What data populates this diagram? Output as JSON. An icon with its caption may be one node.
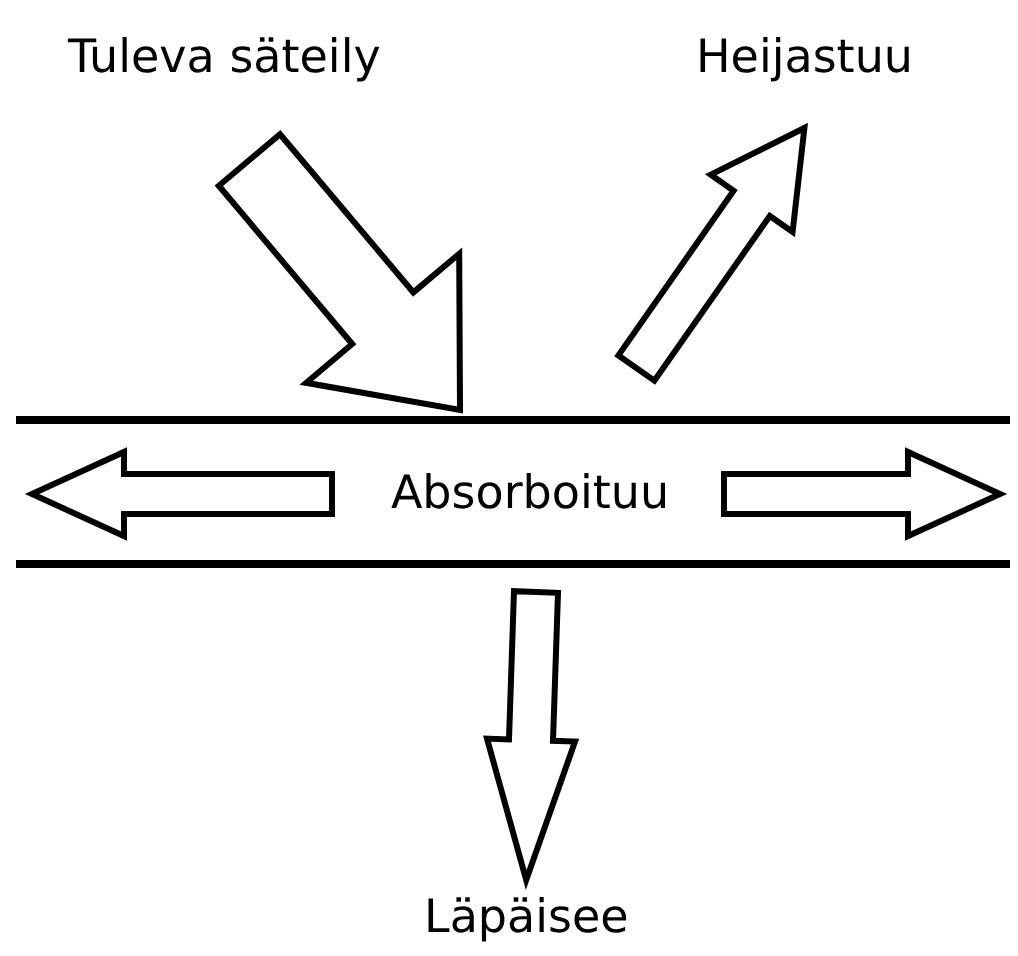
{
  "diagram": {
    "nodes": [
      {
        "text": [
          "Tuleva säteily"
        ]
      },
      {
        "text": [
          "Heijastuu"
        ]
      },
      {
        "text": [
          "Absorboituu"
        ]
      },
      {
        "text": [
          "Läpäisee"
        ]
      }
    ],
    "edges": [
      {
        "from": 0,
        "to": 2,
        "arrow": "to"
      },
      {
        "from": 2,
        "to": 1,
        "arrow": "to"
      },
      {
        "from": 2,
        "to": null,
        "arrow": "to"
      },
      {
        "from": 2,
        "to": null,
        "arrow": "to"
      },
      {
        "from": 2,
        "to": 3,
        "arrow": "to"
      }
    ]
  }
}
